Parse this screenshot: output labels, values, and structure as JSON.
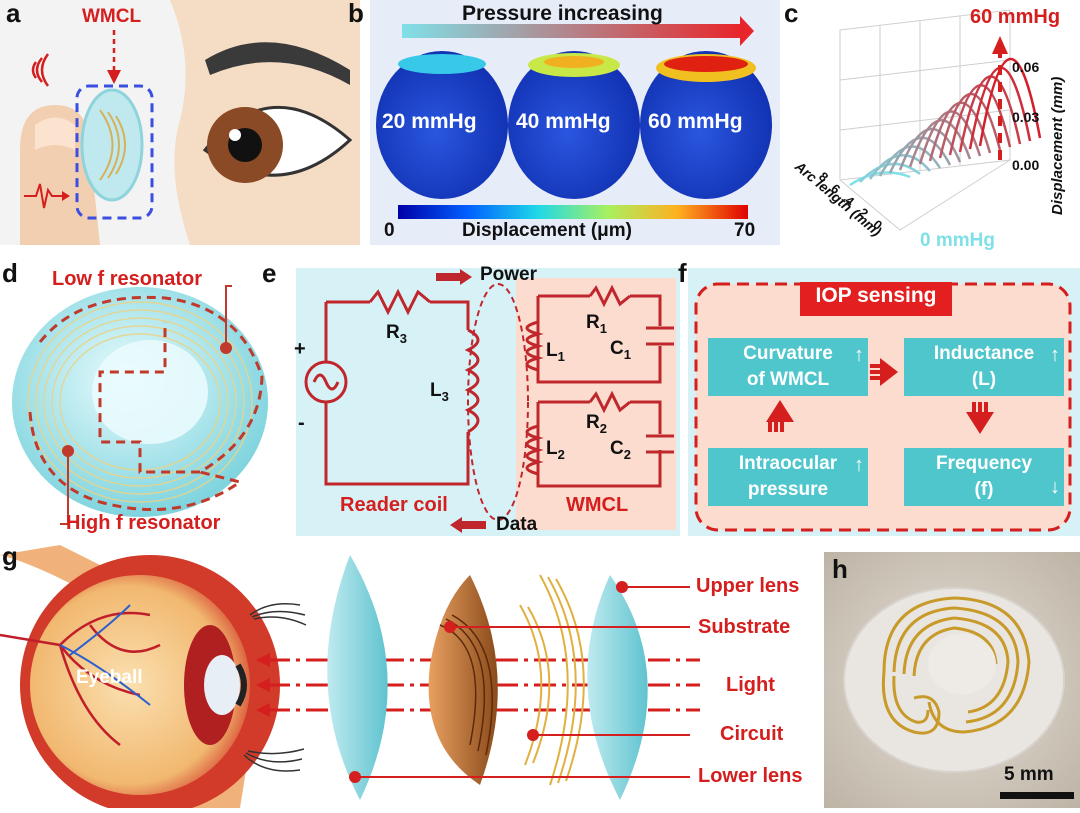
{
  "panels": {
    "a": {
      "label": "a",
      "wmcl": "WMCL"
    },
    "b": {
      "label": "b",
      "title": "Pressure increasing",
      "spheres": [
        "20 mmHg",
        "40 mmHg",
        "60 mmHg"
      ],
      "colorbar_min": "0",
      "colorbar_label": "Displacement (μm)",
      "colorbar_max": "70"
    },
    "c": {
      "label": "c",
      "top_label": "60 mmHg",
      "bottom_label": "0 mmHg",
      "y_ticks": [
        "0.06",
        "0.03",
        "0.00"
      ],
      "y_axis": "Displacement (mm)",
      "x_ticks": [
        "8",
        "6",
        "4",
        "2",
        "0"
      ],
      "x_axis": "Arc length (mm)"
    },
    "d": {
      "label": "d",
      "low": "Low f resonator",
      "high": "High f resonator"
    },
    "e": {
      "label": "e",
      "power": "Power",
      "data": "Data",
      "r3": "R",
      "r3_sub": "3",
      "l3": "L",
      "l3_sub": "3",
      "r1": "R",
      "r1_sub": "1",
      "l1": "L",
      "l1_sub": "1",
      "c1": "C",
      "c1_sub": "1",
      "r2": "R",
      "r2_sub": "2",
      "l2": "L",
      "l2_sub": "2",
      "c2": "C",
      "c2_sub": "2",
      "plus": "+",
      "minus": "-",
      "reader_coil": "Reader coil",
      "wmcl": "WMCL"
    },
    "f": {
      "label": "f",
      "title": "IOP sensing",
      "box1": [
        "Curvature",
        "of WMCL"
      ],
      "box2": [
        "Inductance",
        "(L)"
      ],
      "box3": [
        "Intraocular",
        "pressure"
      ],
      "box4": [
        "Frequency",
        "(f)"
      ]
    },
    "g": {
      "label": "g",
      "eyeball": "Eyeball",
      "layers": [
        "Upper lens",
        "Substrate",
        "Light",
        "Circuit",
        "Lower lens"
      ]
    },
    "h": {
      "label": "h",
      "scale": "5 mm"
    }
  },
  "colors": {
    "accent_red": "#d51e1e",
    "teal": "#4fc6cc",
    "panel_blue_bg": "#d6f2f7",
    "panel_pink_bg": "#fbdccf",
    "sphere_blue": "#1b3fc8"
  }
}
